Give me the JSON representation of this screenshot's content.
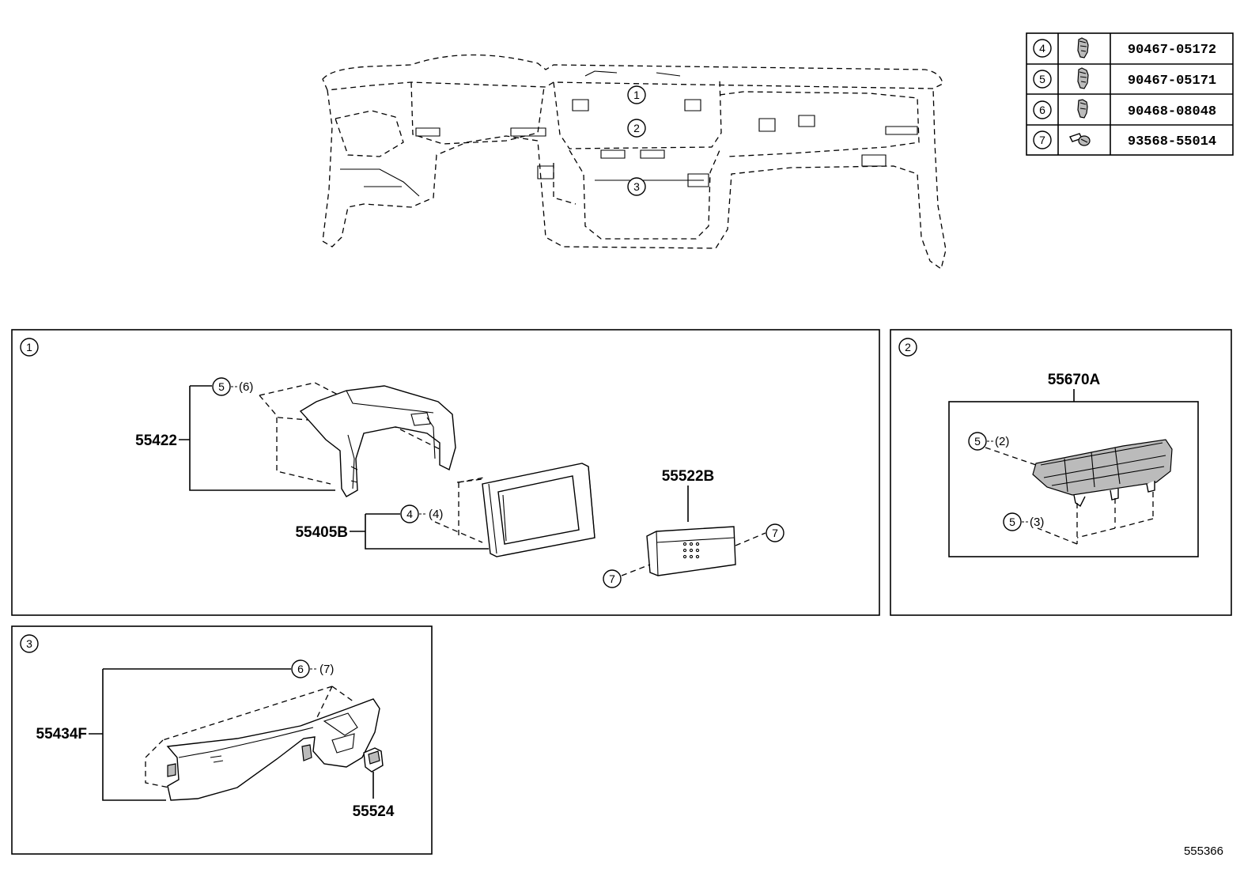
{
  "fastener_table": [
    {
      "ref": "4",
      "part_number": "90467-05172",
      "icon": "clip-icon"
    },
    {
      "ref": "5",
      "part_number": "90467-05171",
      "icon": "clip-icon"
    },
    {
      "ref": "6",
      "part_number": "90468-08048",
      "icon": "clip-icon"
    },
    {
      "ref": "7",
      "part_number": "93568-55014",
      "icon": "screw-icon"
    }
  ],
  "overview": {
    "callouts": [
      "1",
      "2",
      "3"
    ]
  },
  "panel1": {
    "id": "1",
    "parts": {
      "p55422": "55422",
      "p55405B": "55405B",
      "p55522B": "55522B"
    },
    "refs": {
      "r5": "5",
      "r5_qty": "(6)",
      "r4": "4",
      "r4_qty": "(4)",
      "r7a": "7",
      "r7b": "7"
    }
  },
  "panel2": {
    "id": "2",
    "parts": {
      "p55670A": "55670A"
    },
    "refs": {
      "r5a": "5",
      "r5a_qty": "(2)",
      "r5b": "5",
      "r5b_qty": "(3)"
    }
  },
  "panel3": {
    "id": "3",
    "parts": {
      "p55434F": "55434F",
      "p55524": "55524"
    },
    "refs": {
      "r6": "6",
      "r6_qty": "(7)"
    }
  },
  "diagram_number": "555366"
}
